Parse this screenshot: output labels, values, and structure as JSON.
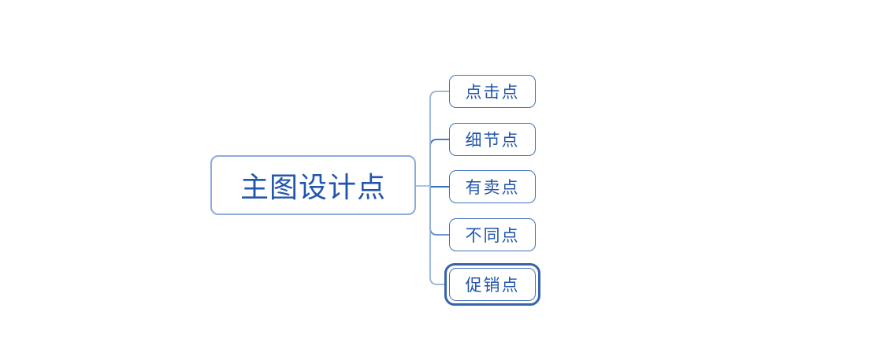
{
  "canvas": {
    "background_color": "#ffffff"
  },
  "mindmap": {
    "root": {
      "label": "主图设计点",
      "border_color": "#8faadc",
      "text_color": "#2156ac"
    },
    "subtopics": [
      {
        "label": "点击点",
        "selected": false
      },
      {
        "label": "细节点",
        "selected": false
      },
      {
        "label": "有卖点",
        "selected": false
      },
      {
        "label": "不同点",
        "selected": false
      },
      {
        "label": "促销点",
        "selected": true
      }
    ],
    "subtopic_border_color": "#4470bb",
    "selection_border_color": "#3563ae",
    "connectors": [
      {
        "to": "点击点",
        "color": "#93b1da"
      },
      {
        "to": "细节点",
        "color": "#3a68b2"
      },
      {
        "to": "有卖点",
        "color": "#1c57b2"
      },
      {
        "to": "不同点",
        "color": "#5d85c9"
      },
      {
        "to": "促销点",
        "color": "#93b1da"
      },
      {
        "to": "trunk-stub",
        "color": "#9fbbe2"
      }
    ]
  }
}
